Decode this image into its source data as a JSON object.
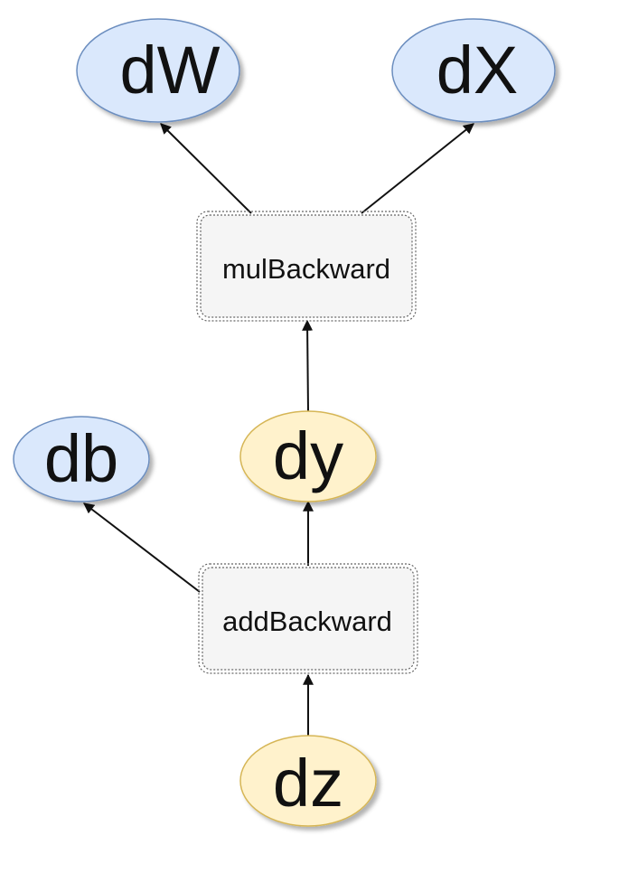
{
  "colors": {
    "gradient_fill": "#dae8fc",
    "gradient_stroke": "#6c8ebf",
    "intermediate_fill": "#fff2cc",
    "intermediate_stroke": "#d6b656",
    "op_fill": "#f5f5f5",
    "op_stroke": "#666666",
    "edge": "#111111"
  },
  "nodes": {
    "dW": "dW",
    "dX": "dX",
    "mulBackward": "mulBackward",
    "db": "db",
    "dy": "dy",
    "addBackward": "addBackward",
    "dz": "dz"
  }
}
